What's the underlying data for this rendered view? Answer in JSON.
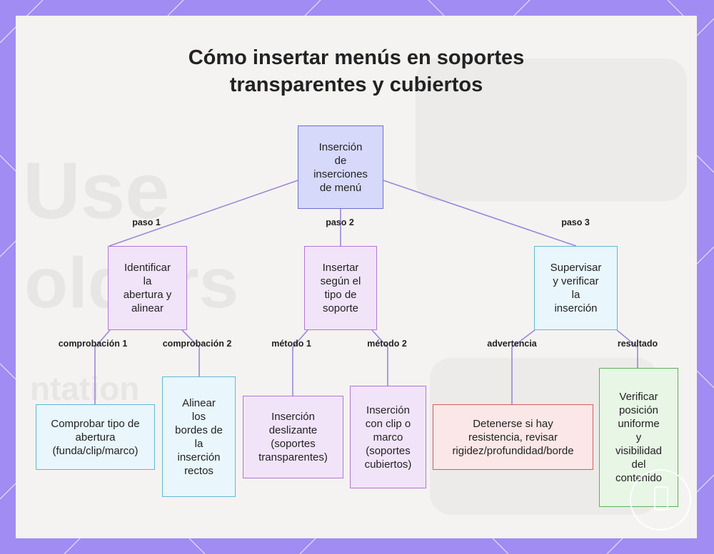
{
  "title": {
    "line1": "Cómo insertar menús en soportes",
    "line2": "transparentes y cubiertos"
  },
  "background_text": {
    "word1": "Use",
    "word2": "olders",
    "word3": "ntation"
  },
  "nodes": {
    "root": [
      "Inserción",
      "de",
      "inserciones",
      "de menú"
    ],
    "paso1": [
      "Identificar",
      "la",
      "abertura y",
      "alinear"
    ],
    "paso2": [
      "Insertar",
      "según el",
      "tipo de",
      "soporte"
    ],
    "paso3": [
      "Supervisar",
      "y verificar",
      "la",
      "inserción"
    ],
    "comp1": [
      "Comprobar tipo de",
      "abertura",
      "(funda/clip/marco)"
    ],
    "comp2": [
      "Alinear",
      "los",
      "bordes de",
      "la",
      "inserción",
      "rectos"
    ],
    "metodo1": [
      "Inserción",
      "deslizante",
      "(soportes",
      "transparentes)"
    ],
    "metodo2": [
      "Inserción",
      "con clip o",
      "marco",
      "(soportes",
      "cubiertos)"
    ],
    "advertencia": [
      "Detenerse si hay",
      "resistencia, revisar",
      "rigidez/profundidad/borde"
    ],
    "resultado": [
      "Verificar",
      "posición",
      "uniforme",
      "y",
      "visibilidad",
      "del",
      "contenido"
    ]
  },
  "edge_labels": {
    "paso1": "paso 1",
    "paso2": "paso 2",
    "paso3": "paso 3",
    "comp1": "comprobación 1",
    "comp2": "comprobación 2",
    "metodo1": "método 1",
    "metodo2": "método 2",
    "advertencia": "advertencia",
    "resultado": "resultado"
  },
  "colors": {
    "frame": "#a08cf2",
    "edge": "#9d86d8",
    "root_fill": "#d6d9fa",
    "step_fill": "#f1e4f9",
    "info_fill": "#e9f6fc",
    "warning_fill": "#fbe7e7",
    "result_fill": "#e8f6e6"
  }
}
